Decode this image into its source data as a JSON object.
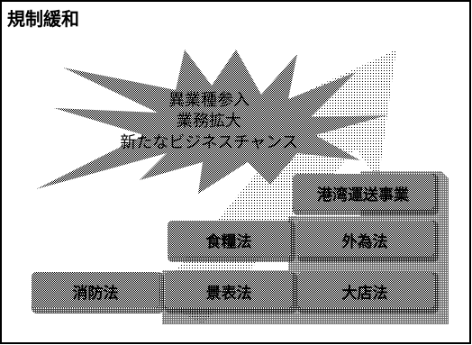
{
  "title": "規制緩和",
  "burst": {
    "lines": [
      "異業種参入",
      "業務拡大",
      "新たなビジネスチャンス"
    ]
  },
  "blocks": {
    "port": "港湾運送事業",
    "food": "食糧法",
    "forex": "外為法",
    "fire": "消防法",
    "labeling": "景表法",
    "large_store": "大店法"
  }
}
